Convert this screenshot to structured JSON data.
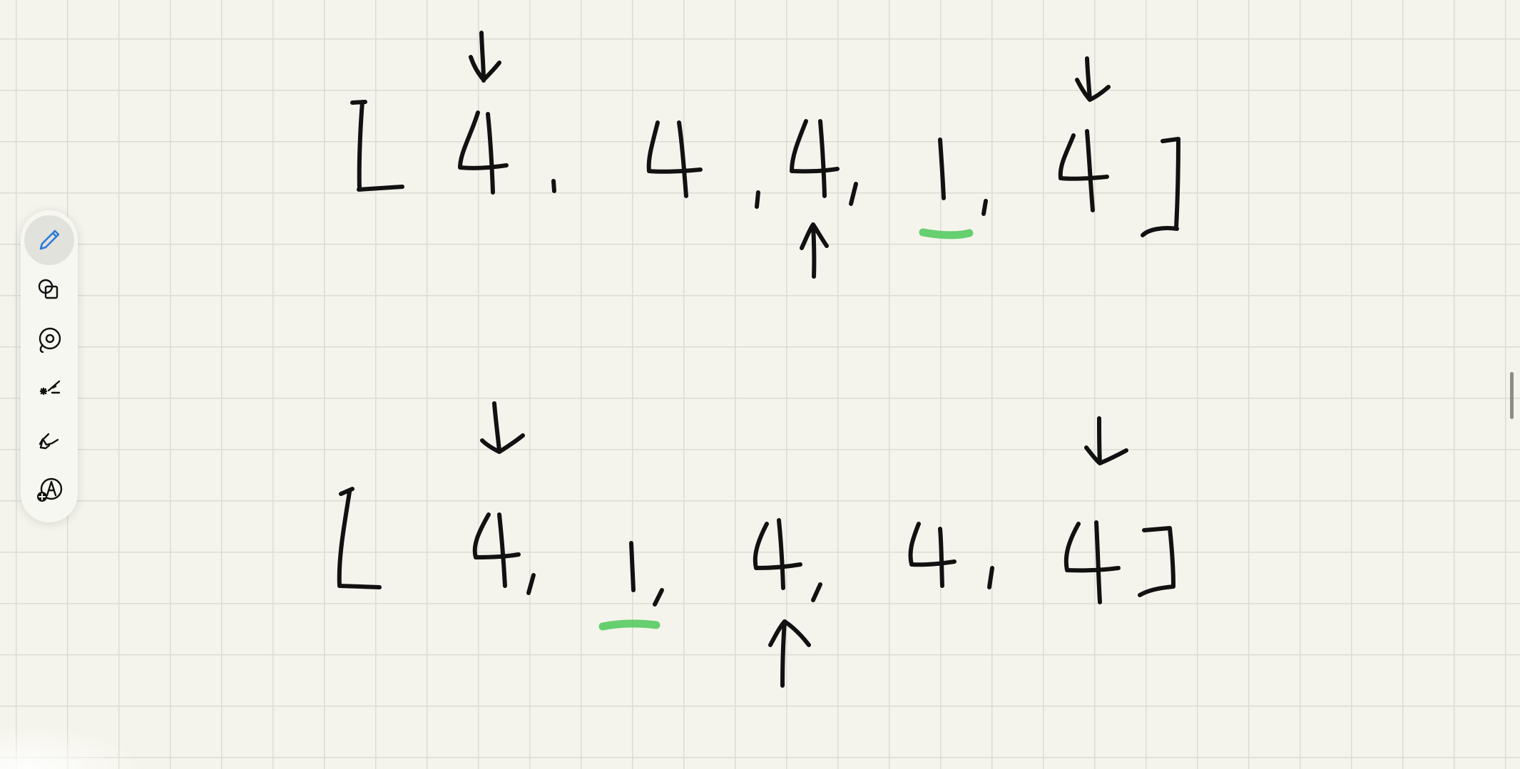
{
  "canvas": {
    "background_color": "#f5f4ec",
    "grid_color": "#dcdcd4",
    "ink_color": "#111111",
    "highlight_color": "#4cc85a"
  },
  "toolbar": {
    "tools": [
      {
        "name": "pen",
        "icon": "pencil-icon",
        "active": true,
        "color": "#2b79d8"
      },
      {
        "name": "shapes",
        "icon": "shapes-icon",
        "active": false
      },
      {
        "name": "lasso",
        "icon": "lasso-icon",
        "active": false
      },
      {
        "name": "magic",
        "icon": "magic-wand-icon",
        "active": false
      },
      {
        "name": "hand",
        "icon": "hand-pointer-icon",
        "active": false
      },
      {
        "name": "add-text",
        "icon": "add-text-icon",
        "active": false
      }
    ]
  },
  "drawing": {
    "array_1": {
      "elements": [
        "4",
        "4",
        "4",
        "1",
        "4"
      ],
      "highlighted_index": 3
    },
    "array_2": {
      "elements": [
        "4",
        "1",
        "4",
        "4",
        "4"
      ],
      "highlighted_index": 1
    }
  }
}
